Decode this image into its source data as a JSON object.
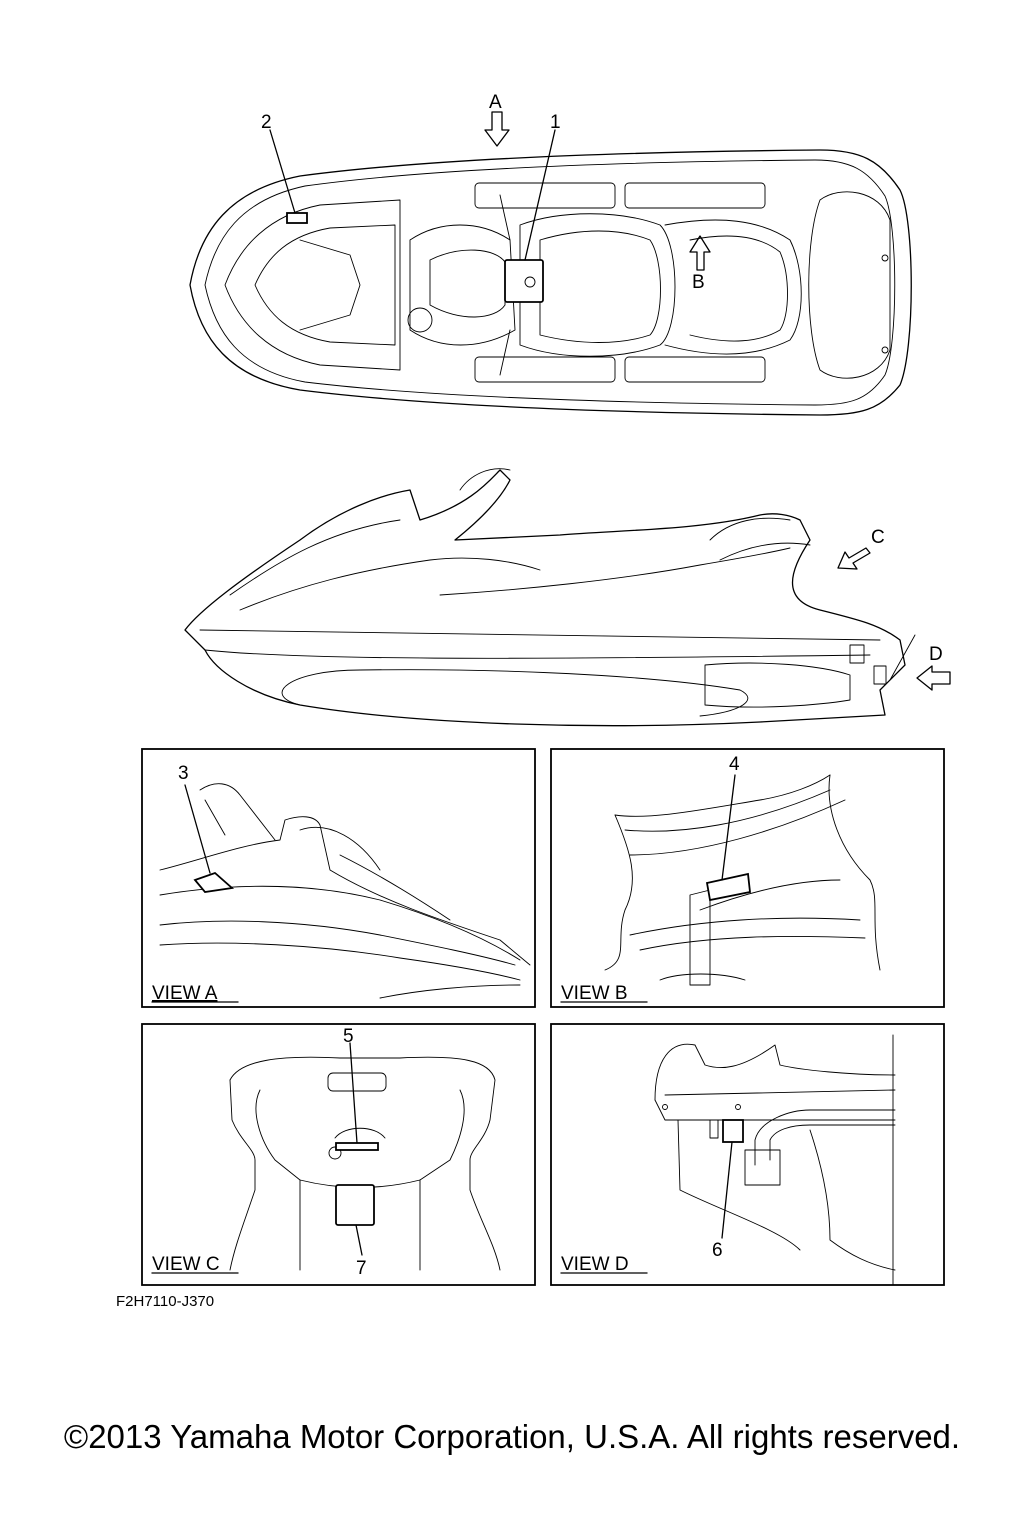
{
  "callouts": {
    "n1": "1",
    "n2": "2",
    "n3": "3",
    "n4": "4",
    "n5": "5",
    "n6": "6",
    "n7": "7"
  },
  "arrows": {
    "a": "A",
    "b": "B",
    "c": "C",
    "d": "D"
  },
  "views": {
    "a": "VIEW A",
    "b": "VIEW B",
    "c": "VIEW C",
    "d": "VIEW D"
  },
  "diagram_code": "F2H7110-J370",
  "copyright": "©2013 Yamaha Motor Corporation, U.S.A. All rights reserved."
}
